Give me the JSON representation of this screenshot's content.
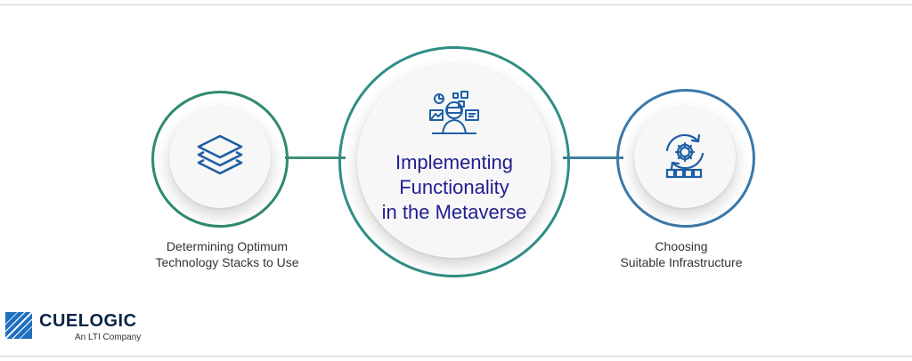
{
  "center": {
    "title_lines": [
      "Implementing",
      "Functionality",
      "in the Metaverse"
    ],
    "icon": "vr-user-icon"
  },
  "left": {
    "label_lines": [
      "Determining Optimum",
      "Technology Stacks to Use"
    ],
    "icon": "layers-icon"
  },
  "right": {
    "label_lines": [
      "Choosing",
      "Suitable Infrastructure"
    ],
    "icon": "gear-cycle-icon"
  },
  "brand": {
    "name": "CUELOGIC",
    "tagline": "An LTI Company",
    "icon": "cuelogic-logo-icon"
  },
  "colors": {
    "title": "#1f1f8f",
    "green": "#2f8a6b",
    "teal": "#2f8e84",
    "blue": "#3c78a8",
    "icon": "#1e5fa3"
  }
}
